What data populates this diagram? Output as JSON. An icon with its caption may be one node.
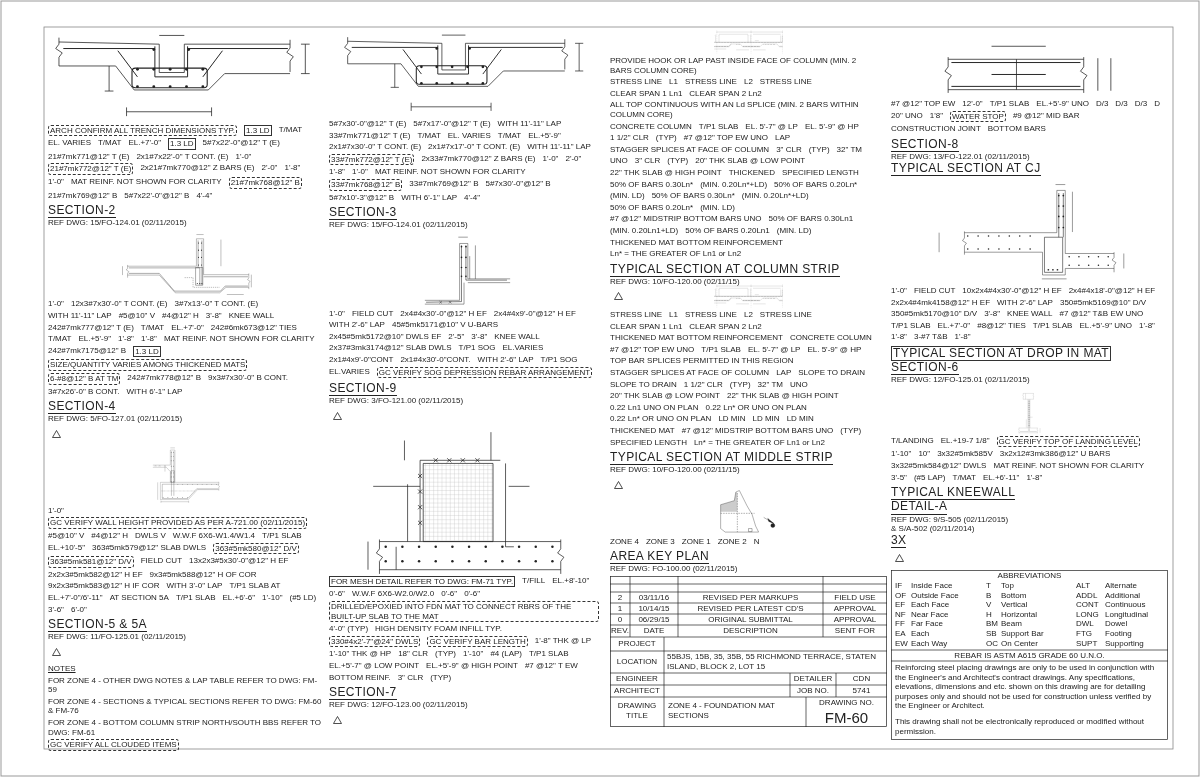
{
  "diagram": {
    "labels": [
      "ARCH CONFIRM ALL TRENCH DIMENSIONS TYP.",
      "1.3 LD",
      "T/MAT",
      "EL. VARIES",
      "T/MAT",
      "EL.+7'-0\"",
      "1.3 LD",
      "5#7x22'-0\"@12\" T (E)",
      "21#7mk771@12\" T (E)",
      "2x1#7x22'-0\" T CONT. (E)",
      "1'-0\"",
      "21#7mk772@12\" T (E)",
      "2x21#7mk770@12\" Z BARS (E)",
      "2'-0\"",
      "1'-8\"",
      "1'-0\"",
      "MAT REINF. NOT SHOWN FOR CLARITY",
      "21#7mk768@12\" B",
      "21#7mk769@12\" B",
      "5#7x22'-0\"@12\" B",
      "4'-4\"",
      "SECTION-2",
      "REF DWG: 15/FO-124.01 (02/11/2015)",
      "5#7x30'-0\"@12\" T (E)",
      "5#7x17'-0\"@12\" T (E)",
      "WITH 11'-11\" LAP",
      "33#7mk771@12\" T (E)",
      "T/MAT",
      "EL. VARIES",
      "T/MAT",
      "EL.+5'-9\"",
      "2x1#7x30'-0\" T CONT. (E)",
      "2x1#7x17'-0\" T CONT. (E)",
      "WITH 11'-11\" LAP",
      "33#7mk772@12\" T (E)",
      "2x33#7mk770@12\" Z BARS (E)",
      "1'-0\"",
      "2'-0\"",
      "1'-8\"",
      "1'-0\"",
      "MAT REINF. NOT SHOWN FOR CLARITY",
      "33#7mk768@12\" B",
      "33#7mk769@12\" B",
      "5#7x30'-0\"@12\" B",
      "5#7x10'-3\"@12\" B",
      "WITH 6'-1\" LAP",
      "4'-4\"",
      "SECTION-3",
      "REF DWG: 15/FO-124.01 (02/11/2015)",
      "1'-0\"",
      "12x3#7x30'-0\" T CONT. (E)",
      "3#7x13'-0\" T CONT. (E)",
      "WITH 11'-11\" LAP",
      "#5@10\" V",
      "#4@12\" H",
      "3'-8\"",
      "KNEE WALL",
      "242#7mk777@12\" T (E)",
      "T/MAT",
      "EL.+7'-0\"",
      "242#6mk673@12\" TIES",
      "T/MAT",
      "EL.+5'-9\"",
      "1'-8\"",
      "1'-8\"",
      "MAT REINF. NOT SHOWN FOR CLARITY",
      "242#7mk7175@12\" B",
      "1.3 LD",
      "SIZE/QUANTITY VARIES AMONG THICKENED MATS",
      "6-#8@12\" B AT TM",
      "242#7mk778@12\" B",
      "9x3#7x30'-0\" B CONT.",
      "3#7x26'-0\" B CONT.",
      "WITH 6'-1\" LAP",
      "SECTION-4",
      "REF DWG: 5/FO-127.01 (02/11/2015)",
      "1'-0\"",
      "GC VERIFY WALL HEIGHT PROVIDED AS PER A-721.00 (02/11/2015)",
      "#5@10\" V",
      "#4@12\" H",
      "DWLS V",
      "W.W.F 6X6-W1.4/W1.4",
      "T/P1 SLAB",
      "EL.+10'-5\"",
      "363#5mk579@12\" SLAB DWLS",
      "363#5mk580@12\" D/V",
      "363#5mk581@12\" D/V",
      "FIELD CUT",
      "13x2x3#5x30'-0\"@12\" H EF",
      "2x2x3#5mk582@12\" H EF",
      "9x3#5mk588@12\" H OF COR",
      "9x2x3#5mk583@12\" H IF COR",
      "WITH 3'-0\" LAP",
      "T/P1 SLAB AT",
      "EL.+7'-0\"/6'-11\"",
      "AT SECTION 5A",
      "T/P1 SLAB",
      "EL.+6'-6\"",
      "1'-10\"",
      "(#5 LD)",
      "3'-6\"",
      "6'-0\"",
      "SECTION-5 & 5A",
      "REF DWG: 11/FO-125.01 (02/11/2015)",
      "NOTES",
      "FOR ZONE 4 - OTHER DWG NOTES & LAP TABLE REFER TO DWG: FM-59",
      "FOR ZONE 4 - SECTIONS & TYPICAL SECTIONS REFER TO DWG: FM-60 & FM-76",
      "FOR ZONE 4 - BOTTOM COLUMN STRIP NORTH/SOUTH BBS REFER TO DWG: FM-61",
      "GC VERIFY ALL CLOUDED ITEMS",
      "FOR MESH DETAIL REFER TO DWG: FM-71 TYP.",
      "T/FILL",
      "EL.+8'-10\"",
      "0'-6\"",
      "W.W.F 6X6-W2.0/W2.0",
      "0'-6\"",
      "0'-6\"",
      "DRILLED/EPOXIED INTO FDN MAT TO CONNECT RBRS OF THE BUILT-UP SLAB TO THE MAT",
      "4'-0\" (TYP)",
      "HIGH DENSITY FOAM INFILL TYP.",
      "330#4x2'-7\"@24\" DWLS",
      "GC VERIFY BAR LENGTH",
      "1'-8\" THK @ LP",
      "1'-10\" THK @ HP",
      "18\" CLR",
      "(TYP)",
      "1'-10\"",
      "#4 (LAP)",
      "T/P1 SLAB",
      "EL.+5'-7\" @ LOW POINT",
      "EL.+5'-9\" @ HIGH POINT",
      "#7 @12\" T EW",
      "BOTTOM REINF.",
      "3\" CLR",
      "(TYP)",
      "SECTION-7",
      "REF DWG: 12/FO-123.00 (02/11/2015)",
      "#7 @12\" TOP EW",
      "12'-0\"",
      "T/P1 SLAB",
      "EL.+5'-9\" UNO",
      "D/3",
      "D/3",
      "D/3",
      "D",
      "20\" UNO",
      "1'8\"",
      "WATER STOP",
      "#9 @12\" MID BAR",
      "CONSTRUCTION JOINT",
      "BOTTOM BARS",
      "SECTION-8",
      "REF DWG: 13/FO-122.01 (02/11/2015)",
      "TYPICAL SECTION AT CJ",
      "1'-0\"",
      "FIELD CUT",
      "2x4#4x30'-0\"@12\" H EF",
      "2x4#4x9'-0\"@12\" H EF",
      "WITH 2'-6\" LAP",
      "45#5mk5171@10\" V U-BARS",
      "2x45#5mk5172@10\" DWLS EF",
      "2'-5\"",
      "3'-8\"",
      "KNEE WALL",
      "2x37#3mk3174@12\" SLAB DWLS",
      "T/P1 SOG",
      "EL.VARIES",
      "2x1#4x9'-0\"CONT",
      "2x1#4x30'-0\"CONT.",
      "WITH 2'-6\" LAP",
      "T/P1 SOG",
      "EL.VARIES",
      "GC VERIFY SOG DEPRESSION REBAR ARRANGEMENT",
      "SECTION-9",
      "REF DWG: 3/FO-121.00 (02/11/2015)",
      "1'-0\"",
      "FIELD CUT",
      "10x2x4#4x30'-0\"@12\" H EF",
      "2x4#4x18'-0\"@12\" H EF",
      "2x2x4#4mk4158@12\" H EF",
      "WITH 2'-6\" LAP",
      "350#5mk5169@10\" D/V",
      "350#5mk5170@10\" D/V",
      "3'-8\"",
      "KNEE WALL",
      "#7 @12\" T&B EW UNO",
      "T/P1 SLAB",
      "EL.+7'-0\"",
      "#8@12\" TIES",
      "T/P1 SLAB",
      "EL.+5'-9\" UNO",
      "1'-8\"",
      "1'-8\"",
      "3-#7 T&B",
      "1'-8\"",
      "TYPICAL SECTION AT DROP IN MAT",
      "SECTION-6",
      "REF DWG: 12/FO-125.01 (02/11/2015)",
      "T/LANDING",
      "EL.+19-7 1/8\"",
      "GC VERIFY TOP OF LANDING LEVEL",
      "1'-10\"",
      "10\"",
      "3x32#5mk585V",
      "3x2x12#3mk386@12\" U BARS",
      "3x32#5mk584@12\" DWLS",
      "MAT REINF. NOT SHOWN FOR CLARITY",
      "3'-5\"",
      "(#5 LAP)",
      "T/MAT",
      "EL.+6'-11\"",
      "1'-8\"",
      "TYPICAL KNEEWALL",
      "DETAIL-A",
      "REF DWG: 9/S-505 (02/11/2015)",
      "& S/A-502 (02/11/2014)",
      "3X",
      "PROVIDE HOOK OR LAP PAST INSIDE FACE OF COLUMN (MIN. 2 BARS COLUMN CORE)",
      "STRESS LINE",
      "L1",
      "STRESS LINE",
      "L2",
      "STRESS LINE",
      "CLEAR SPAN 1 Ln1",
      "CLEAR SPAN 2 Ln2",
      "ALL TOP CONTINUOUS WITH AN Ld SPLICE (MIN. 2 BARS WITHIN COLUMN CORE)",
      "CONCRETE COLUMN",
      "T/P1 SLAB",
      "EL. 5'-7\" @ LP",
      "EL. 5'-9\" @ HP",
      "1 1/2\" CLR",
      "(TYP)",
      "#7 @12\" TOP EW UNO",
      "LAP",
      "STAGGER SPLICES AT FACE OF COLUMN",
      "3\" CLR",
      "(TYP)",
      "32\" TM",
      "UNO",
      "3\" CLR",
      "(TYP)",
      "20\" THK SLAB @ LOW POINT",
      "22\" THK SLAB @ HIGH POINT",
      "THICKENED",
      "SPECIFIED LENGTH",
      "50% OF BARS 0.30Ln*",
      "(MIN. 0.20Ln*+LD)",
      "50% OF BARS 0.20Ln*",
      "(MIN. LD)",
      "50% OF BARS 0.30Ln*",
      "(MIN. 0.20Ln*+LD)",
      "50% OF BARS 0.20Ln*",
      "(MIN. LD)",
      "#7 @12\" MIDSTRIP BOTTOM BARS UNO",
      "50% OF BARS 0.30Ln1",
      "(MIN. 0.20Ln1+LD)",
      "50% OF BARS 0.20Ln1",
      "(MIN. LD)",
      "THICKENED MAT BOTTOM REINFORCEMENT",
      "Ln* = THE GREATER OF Ln1 or Ln2",
      "TYPICAL SECTION AT COLUMN STRIP",
      "REF DWG: 10/FO-120.00 (02/11/15)",
      "STRESS LINE",
      "L1",
      "STRESS LINE",
      "L2",
      "STRESS LINE",
      "CLEAR SPAN 1 Ln1",
      "CLEAR SPAN 2 Ln2",
      "THICKENED MAT BOTTOM REINFORCEMENT",
      "CONCRETE COLUMN",
      "#7 @12\" TOP EW UNO",
      "T/P1 SLAB",
      "EL. 5'-7\" @ LP",
      "EL. 5'-9\" @ HP",
      "TOP BAR SPLICES PERMITTED IN THIS REGION",
      "STAGGER SPLICES AT FACE OF COLUMN",
      "LAP",
      "SLOPE TO DRAIN",
      "SLOPE TO DRAIN",
      "1 1/2\" CLR",
      "(TYP)",
      "32\" TM",
      "UNO",
      "20\" THK SLAB @ LOW POINT",
      "22\" THK SLAB @ HIGH POINT",
      "0.22 Ln1 UNO ON PLAN",
      "0.22 Ln* OR UNO ON PLAN",
      "0.22 Ln* OR UNO ON PLAN",
      "LD MIN",
      "LD MIN",
      "LD MIN",
      "THICKENED MAT",
      "#7 @12\" MIDSTRIP BOTTOM BARS UNO",
      "(TYP)",
      "SPECIFIED LENGTH",
      "Ln* = THE GREATER OF Ln1 or Ln2",
      "TYPICAL SECTION AT MIDDLE STRIP",
      "REF DWG: 10/FO-120.00 (02/11/15)",
      "ZONE 4",
      "ZONE 3",
      "ZONE 1",
      "ZONE 2",
      "N",
      "AREA KEY PLAN",
      "REF DWG: FO-100.00 (02/11/2015)",
      "ABBREVIATIONS",
      "IF",
      "Inside Face",
      "T",
      "Top",
      "ALT",
      "Alternate",
      "OF",
      "Outside Face",
      "B",
      "Bottom",
      "ADDL",
      "Additional",
      "EF",
      "Each Face",
      "V",
      "Vertical",
      "CONT",
      "Continuous",
      "NF",
      "Near Face",
      "H",
      "Horizontal",
      "LONG",
      "Longitudinal",
      "FF",
      "Far Face",
      "BM",
      "Beam",
      "DWL",
      "Dowel",
      "EA",
      "Each",
      "SB",
      "Support Bar",
      "FTG",
      "Footing",
      "EW",
      "Each Way",
      "OC",
      "On Center",
      "SUPT",
      "Supporting",
      "REBAR IS ASTM A615 GRADE 60 U.N.O.",
      "Reinforcing steel placing drawings are only to be used in conjunction with the Engineer's and Architect's contract drawings. Any specifications, elevations, dimensions and etc. shown on this drawing are for detailing purposes only and should not be used for construction unless verified by the Engineer or Architect.",
      "This drawing shall not be electronically reproduced or modified without permission.",
      "2",
      "03/11/16",
      "REVISED PER MARKUPS",
      "FIELD USE",
      "1",
      "10/14/15",
      "REVISED PER LATEST CD'S",
      "APPROVAL",
      "0",
      "06/29/15",
      "ORIGINAL SUBMITTAL",
      "APPROVAL",
      "REV.",
      "DATE",
      "DESCRIPTION",
      "SENT FOR",
      "PROJECT",
      "LOCATION",
      "55BJS, 15B, 35, 35B, 55 RICHMOND TERRACE, STATEN ISLAND, BLOCK 2, LOT 15",
      "ENGINEER",
      "DETAILER",
      "CDN",
      "ARCHITECT",
      "JOB NO.",
      "5741",
      "DRAWING TITLE",
      "ZONE 4 - FOUNDATION MAT SECTIONS",
      "DRAWING NO.",
      "FM-60"
    ]
  }
}
